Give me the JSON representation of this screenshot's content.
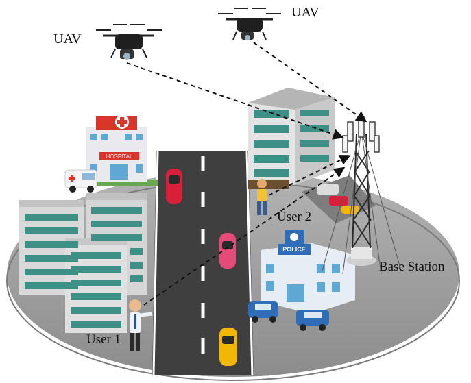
{
  "labels": {
    "uav_left": "UAV",
    "uav_right": "UAV",
    "user1": "User 1",
    "user2": "User 2",
    "base_station": "Base Station",
    "hospital_sign": "HOSPITAL",
    "police_sign": "POLICE"
  },
  "colors": {
    "ground": "#9b9b9b",
    "road": "#3f3f3f",
    "link": "#111111",
    "hospital_red": "#d9352b",
    "police_blue": "#2f6db8",
    "building_teal": "#3e8f86"
  }
}
